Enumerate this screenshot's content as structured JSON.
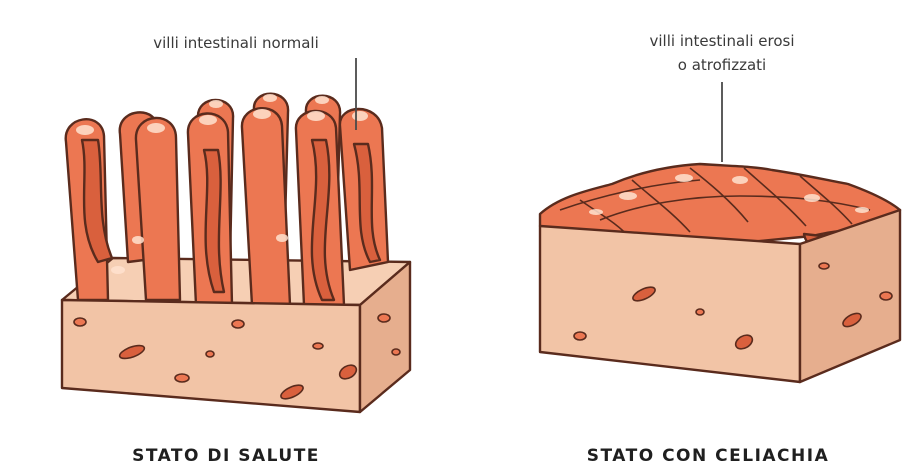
{
  "labels": {
    "healthy_callout": "villi intestinali normali",
    "celiac_callout_line1": "villi intestinali erosi",
    "celiac_callout_line2": "o atrofizzati",
    "healthy_caption": "STATO DI SALUTE",
    "celiac_caption": "STATO CON CELIACHIA"
  },
  "colors": {
    "villus": "#ec7752",
    "tissue": "#f2c4a6",
    "outline": "#5a2b1d"
  }
}
